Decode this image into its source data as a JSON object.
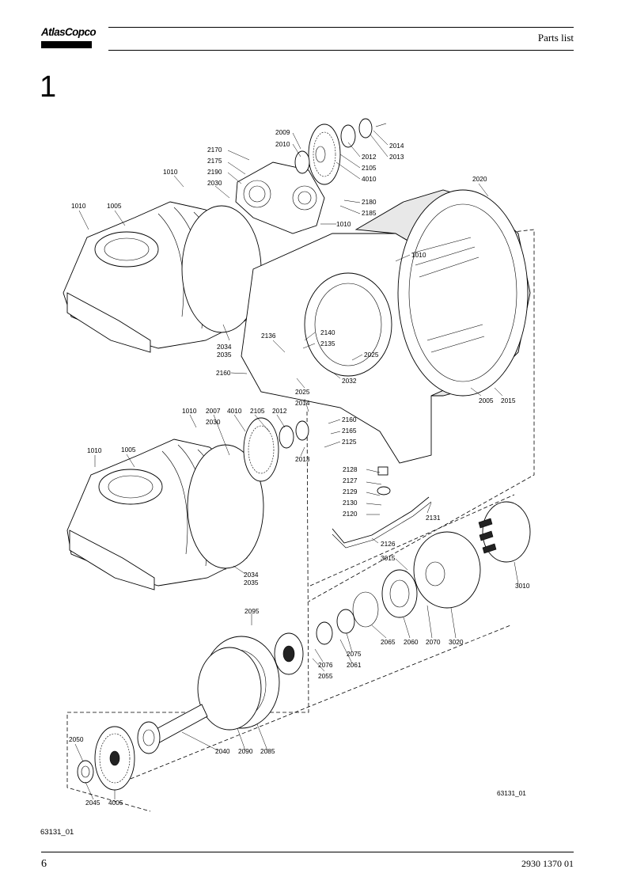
{
  "header": {
    "brand": "AtlasCopco",
    "title": "Parts list"
  },
  "section": {
    "number": "1"
  },
  "diagram": {
    "drawing_ref": "63131_01",
    "callouts": {
      "c1005a": "1005",
      "c1005b": "1005",
      "c1010a": "1010",
      "c1010b": "1010",
      "c1010c": "1010",
      "c1010d": "1010",
      "c1010e": "1010",
      "c1010f": "1010",
      "c2005": "2005",
      "c2007": "2007",
      "c2009": "2009",
      "c2010": "2010",
      "c2012a": "2012",
      "c2012b": "2012",
      "c2013a": "2013",
      "c2013b": "2013",
      "c2014a": "2014",
      "c2014b": "2014",
      "c2015": "2015",
      "c2020": "2020",
      "c2025a": "2025",
      "c2025b": "2025",
      "c2030a": "2030",
      "c2030b": "2030",
      "c2032": "2032",
      "c2034a": "2034",
      "c2034b": "2034",
      "c2035a": "2035",
      "c2035b": "2035",
      "c2040": "2040",
      "c2045": "2045",
      "c2050": "2050",
      "c2055": "2055",
      "c2060": "2060",
      "c2061": "2061",
      "c2065": "2065",
      "c2070": "2070",
      "c2075": "2075",
      "c2076": "2076",
      "c2085": "2085",
      "c2090": "2090",
      "c2095": "2095",
      "c2105a": "2105",
      "c2105b": "2105",
      "c2120": "2120",
      "c2125": "2125",
      "c2126": "2126",
      "c2127": "2127",
      "c2128": "2128",
      "c2129": "2129",
      "c2130": "2130",
      "c2131": "2131",
      "c2135": "2135",
      "c2136": "2136",
      "c2140": "2140",
      "c2160a": "2160",
      "c2160b": "2160",
      "c2165": "2165",
      "c2170": "2170",
      "c2175": "2175",
      "c2180": "2180",
      "c2185": "2185",
      "c2190": "2190",
      "c3010": "3010",
      "c3015": "3015",
      "c3020": "3020",
      "c4005": "4005",
      "c4010a": "4010",
      "c4010b": "4010"
    }
  },
  "footer": {
    "caption": "63131_01",
    "page_number": "6",
    "doc_number": "2930 1370 01"
  }
}
